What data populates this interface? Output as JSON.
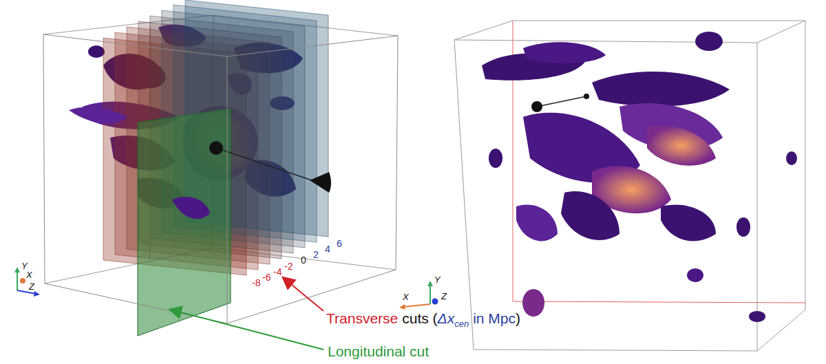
{
  "diagram": {
    "labels": [
      "-8",
      "-6",
      "-4",
      "-2",
      "0",
      "2",
      "4",
      "6",
      "Transverse",
      "cuts (",
      "Δx",
      "cen",
      "in Mpc",
      ")",
      "Longitudinal cut",
      "Y",
      "X",
      "Z",
      "Y",
      "X",
      "Z"
    ]
  }
}
